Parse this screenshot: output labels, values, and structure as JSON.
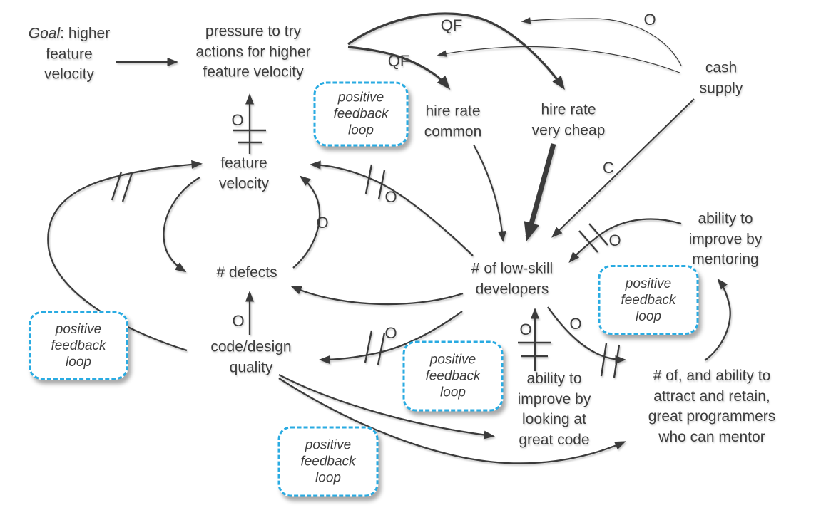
{
  "canvas": {
    "background": "#ffffff",
    "accent_color": "#29ABE2",
    "ink_color": "#3a3a3a"
  },
  "nodes": {
    "goal": {
      "prefix": "Goal",
      "rest": ": higher\nfeature\nvelocity"
    },
    "pressure": {
      "text": "pressure to try\nactions for higher\nfeature velocity"
    },
    "hire_rate_common": {
      "text": "hire rate\ncommon"
    },
    "hire_rate_cheap": {
      "text": "hire rate\nvery cheap"
    },
    "cash_supply": {
      "text": "cash\nsupply"
    },
    "feature_velocity": {
      "text": "feature\nvelocity"
    },
    "defects": {
      "text": "# defects"
    },
    "low_skill_devs": {
      "text": "# of low-skill\ndevelopers"
    },
    "improve_by_mentoring": {
      "text": "ability to\nimprove by\nmentoring"
    },
    "code_design_quality": {
      "text": "code/design\nquality"
    },
    "improve_by_great_code": {
      "text": "ability to\nimprove by\nlooking at\ngreat code"
    },
    "great_programmers": {
      "text": "# of, and ability to\nattract and retain,\ngreat programmers\nwho can mentor"
    }
  },
  "loop_box": {
    "label": "positive\nfeedback\nloop"
  },
  "link_labels": {
    "qf_upper": "QF",
    "qf_lower": "QF",
    "o_cash_hiring": "O",
    "c_cash_devs": "C",
    "o_velocity_pressure": "O",
    "o_devs_velocity": "O",
    "o_defects_velocity": "O",
    "o_quality_defects": "O",
    "o_devs_quality": "O",
    "o_greatcode_devs": "O",
    "o_devs_greatprogs": "O",
    "o_mentoring_devs": "O"
  }
}
